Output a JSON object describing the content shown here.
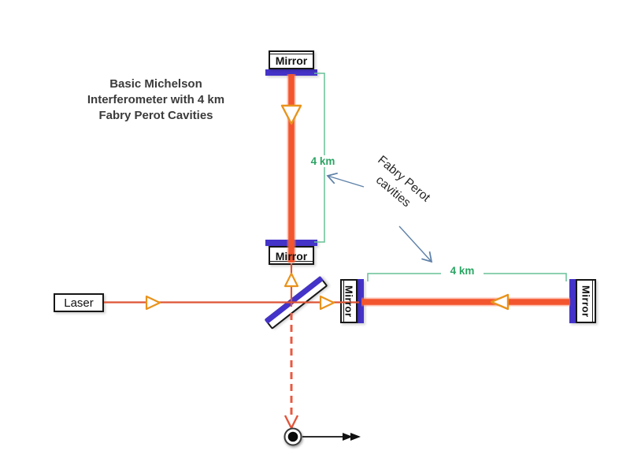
{
  "diagram": {
    "title": "Basic Michelson\nInterferometer with 4 km\nFabry Perot Cavities",
    "laser": {
      "label": "Laser"
    },
    "mirror_label": "Mirror",
    "cavity_length_label": "4 km",
    "fabry_callout": "Fabry Perot\ncavities",
    "colors": {
      "beam": "#F3552E",
      "beam_glow": "#FA8260",
      "thin_beam": "#DE5535",
      "dashed_beam": "#E85A40",
      "arrow_outline": "#E8931C",
      "mirror_coating": "#4433C8",
      "bracket_green": "#68C096",
      "label_green": "#2AA563",
      "callout_arrow_blue": "#5E81A8",
      "title_text": "#3B3B3B",
      "detector_black": "#0A0A0A"
    }
  }
}
